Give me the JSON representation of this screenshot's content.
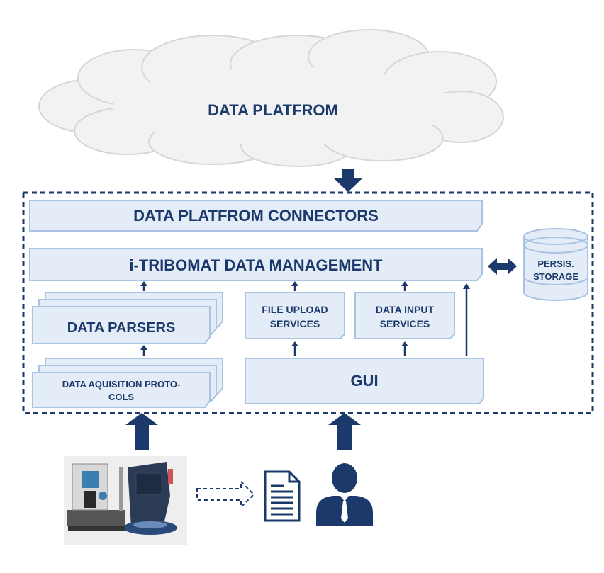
{
  "data_platform": {
    "label": "DATA PLATFROM"
  },
  "connectors": {
    "label": "DATA PLATFROM CONNECTORS"
  },
  "data_management": {
    "label": "i-TRIBOMAT DATA MANAGEMENT"
  },
  "storage": {
    "line1": "PERSIS.",
    "line2": "STORAGE"
  },
  "parsers": {
    "label": "DATA PARSERS"
  },
  "file_upload": {
    "line1": "FILE UPLOAD",
    "line2": "SERVICES"
  },
  "data_input": {
    "line1": "DATA INPUT",
    "line2": "SERVICES"
  },
  "acquisition": {
    "line1": "DATA AQUISITION PROTO-",
    "line2": "COLS"
  },
  "gui": {
    "label": "GUI"
  },
  "icons": [
    "cloud-icon",
    "database-icon",
    "tribometer-photo",
    "document-icon",
    "user-icon",
    "dashed-arrow-icon"
  ],
  "colors": {
    "primary": "#1b3a6b",
    "box_fill": "#e3ecf7",
    "box_border": "#a9c3e2",
    "cloud_fill": "#f2f2f2",
    "cloud_border": "#d6d6d6"
  }
}
